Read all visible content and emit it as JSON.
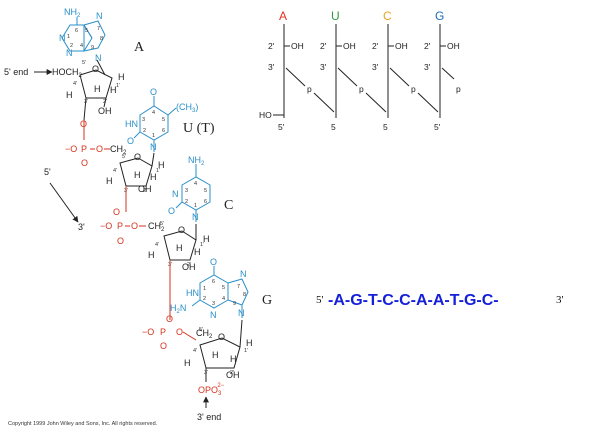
{
  "nucleotides": {
    "A": {
      "letter": "A",
      "amino": "NH",
      "amino_sub": "2",
      "ring_atoms": [
        "N",
        "N",
        "N",
        "N"
      ],
      "ring_numbers": [
        "1",
        "2",
        "3",
        "4",
        "5",
        "6",
        "7",
        "8",
        "9"
      ]
    },
    "U": {
      "letter": "U (T)",
      "methyl": "(CH",
      "methyl_sub": "3",
      "methyl_close": ")",
      "carbonyl": "O",
      "atoms": [
        "HN",
        "O",
        "N"
      ],
      "ring_numbers": [
        "1",
        "2",
        "3",
        "4",
        "5",
        "6"
      ]
    },
    "C": {
      "letter": "C",
      "amino": "NH",
      "amino_sub": "2",
      "atoms": [
        "N",
        "O",
        "N"
      ],
      "ring_numbers": [
        "1",
        "2",
        "3",
        "4",
        "5",
        "6"
      ]
    },
    "G": {
      "letter": "G",
      "carbonyl": "O",
      "atoms": [
        "HN",
        "N",
        "N",
        "N"
      ],
      "amino": "H",
      "amino_sub": "2",
      "amino_tail": "N",
      "ring_numbers": [
        "1",
        "2",
        "3",
        "4",
        "5",
        "6",
        "7",
        "8",
        "9"
      ]
    }
  },
  "sugar": {
    "hoch2": "HOCH",
    "hoch2_sub": "2",
    "ch2": "CH",
    "ch2_sub": "2",
    "ring_o": "O",
    "h": "H",
    "oh": "OH",
    "positions": [
      "5'",
      "4'",
      "3'",
      "2'",
      "1'"
    ]
  },
  "phosphate": {
    "o_minus": "−O",
    "p": "P",
    "o": "O"
  },
  "ends": {
    "five_end": "5' end",
    "three_end": "3' end",
    "terminal_phosphate": "OPO",
    "terminal_sub": "3",
    "terminal_sup": "2−",
    "arrow_5": "5'",
    "arrow_3": "3'"
  },
  "schematic": {
    "bases": [
      {
        "letter": "A",
        "color": "#e0301e"
      },
      {
        "letter": "U",
        "color": "#2e9b3a"
      },
      {
        "letter": "C",
        "color": "#f0a020"
      },
      {
        "letter": "G",
        "color": "#1f6fb5"
      }
    ],
    "two_prime": "2'",
    "three_prime": "3'",
    "five_prime": "5'",
    "five_plain": "5",
    "oh": "OH",
    "ho": "HO",
    "p": "p"
  },
  "sequence": {
    "five": "5'",
    "text": "-A-G-T-C-C-A-A-T-G-C-",
    "three": "3'",
    "color": "#1520d8"
  },
  "colors": {
    "base": "#2a8fc7",
    "phosphate": "#d4331e",
    "sugar": "#222222"
  },
  "copyright": "Copyright 1999 John Wiley and Sons, Inc. All rights reserved."
}
